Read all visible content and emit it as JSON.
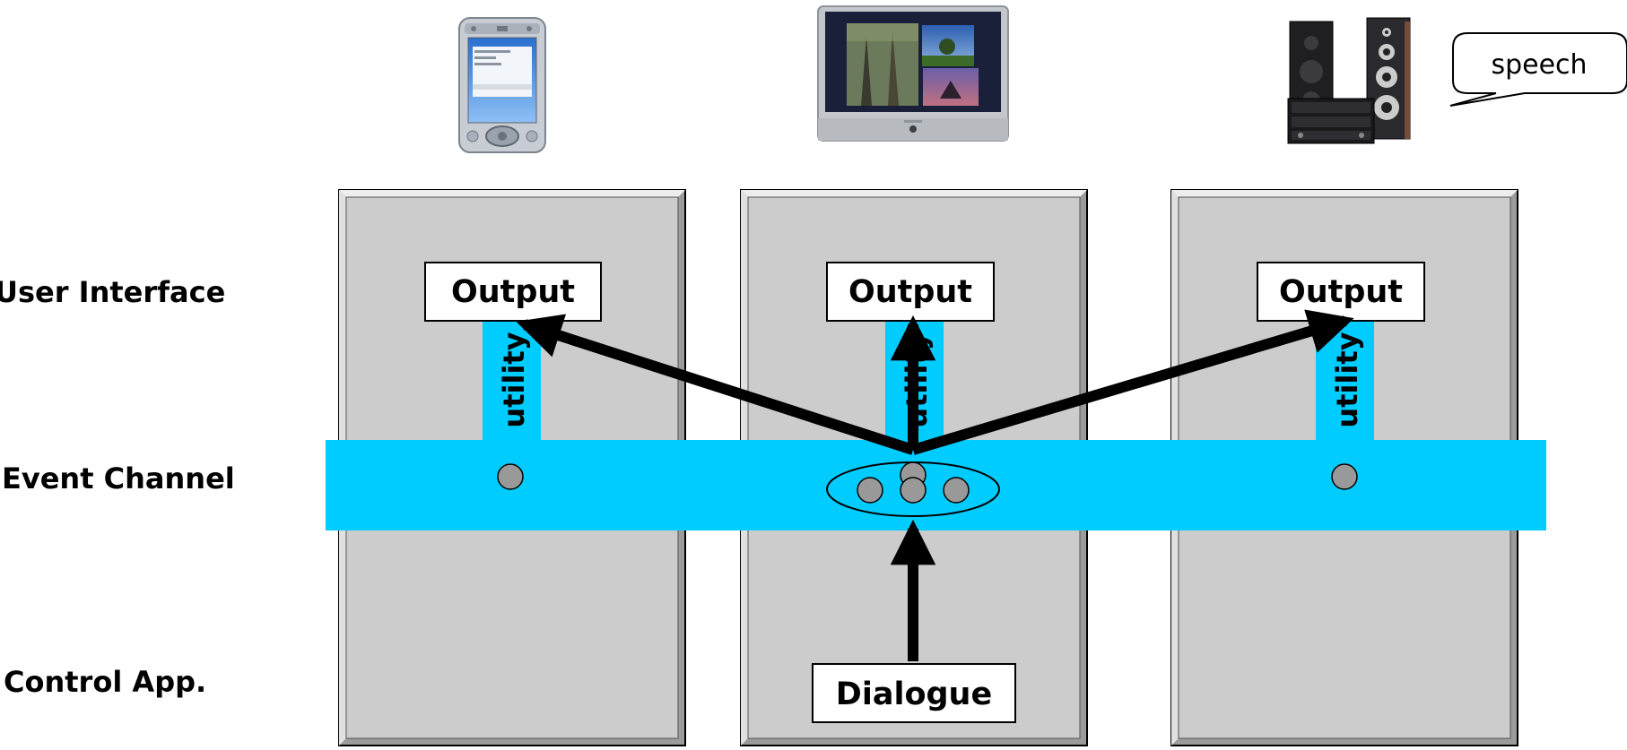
{
  "layers": {
    "user_interface": "User Interface",
    "event_channel": "Event Channel",
    "control_app": "Control App."
  },
  "devices": [
    {
      "name": "pda-device-icon"
    },
    {
      "name": "tv-device-icon"
    },
    {
      "name": "stereo-device-icon",
      "bubble": "speech"
    }
  ],
  "columns": [
    {
      "output_label": "Output",
      "utility_label": "utility"
    },
    {
      "output_label": "Output",
      "utility_label": "utility",
      "dialogue_label": "Dialogue"
    },
    {
      "output_label": "Output",
      "utility_label": "utility"
    }
  ],
  "colors": {
    "panel": "#cccccc",
    "channel": "#00ccff",
    "event_dot": "#999999",
    "arrow": "#000000"
  }
}
